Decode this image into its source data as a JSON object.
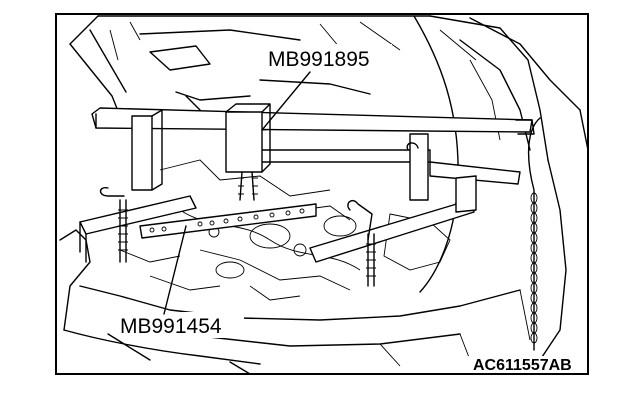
{
  "labels": {
    "tool_upper": "MB991895",
    "tool_lower": "MB991454",
    "figure_code": "AC611557AB"
  }
}
